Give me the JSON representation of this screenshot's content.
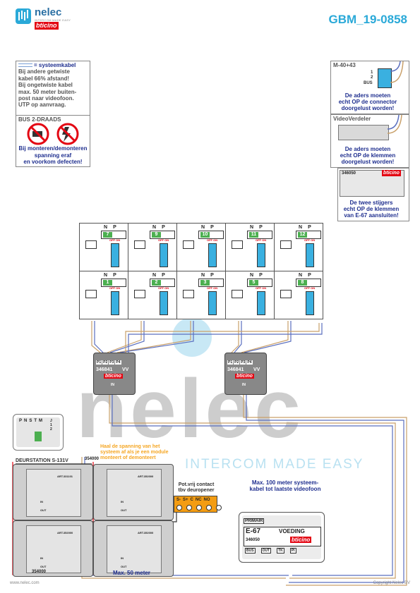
{
  "header": {
    "logo_name": "nelec",
    "logo_sub": "INTERCOM MADE EASY",
    "logo_brand": "bticino",
    "doc_id": "GBM_19-0858"
  },
  "notes": {
    "cable": {
      "title": "= systeemkabel",
      "lines": [
        "Bij andere getwiste",
        "kabel 66% afstand!",
        "Bij ongetwiste kabel",
        "max. 50 meter buiten-",
        "post naar videofoon.",
        "UTP op aanvraag."
      ]
    },
    "bus": {
      "title": "BUS 2-DRAADS",
      "lines": [
        "Bij monteren/demonteren",
        "spanning eraf",
        "en voorkom defecten!"
      ]
    },
    "m40": {
      "title": "M-40+43",
      "pin1": "1",
      "pin2": "2",
      "bus": "BUS",
      "lines": [
        "De aders moeten",
        "echt OP de connector",
        "doorgelust worden!"
      ]
    },
    "verdeler": {
      "title": "VideoVerdeler",
      "lines": [
        "De aders moeten",
        "echt OP de klemmen",
        "doorgelust worden!"
      ]
    },
    "e67": {
      "code": "346050",
      "brand": "bticino",
      "lines": [
        "De twee stijgers",
        "echt OP de klemmen",
        "van E-67 aansluiten!"
      ]
    }
  },
  "videophones": {
    "top_row": [
      "7",
      "9",
      "10",
      "11",
      "12"
    ],
    "bottom_row": [
      "1",
      "2",
      "3",
      "5",
      "8"
    ],
    "n_label": "N",
    "p_label": "P",
    "off_on": "OFF ON"
  },
  "distributors": [
    {
      "code": "346841",
      "vv": "VV",
      "brand": "bticino",
      "ports": [
        "P1",
        "P2",
        "P3",
        "P4"
      ],
      "in": "IN"
    },
    {
      "code": "346841",
      "vv": "VV",
      "brand": "bticino",
      "ports": [
        "P1",
        "P2",
        "P3",
        "P4"
      ],
      "in": "IN"
    }
  ],
  "terminal": {
    "labels": [
      "P",
      "N",
      "S",
      "T",
      "M"
    ],
    "j_labels": [
      "J",
      "1",
      "2"
    ]
  },
  "door_station": {
    "title": "DEURSTATION S-131V",
    "warning": [
      "Haal de spanning van het",
      "systeem af als je een module",
      "monteert of demonteert"
    ],
    "code_top": "354000",
    "code_bottom": "354000",
    "max_50": "Max. 50 meter",
    "modules": [
      {
        "art": "ART.331101",
        "in": "IN",
        "out": "OUT"
      },
      {
        "art": "ART.352000",
        "in": "IN",
        "out": "OUT"
      },
      {
        "art": "ART.352000",
        "in": "IN",
        "out": "OUT"
      },
      {
        "art": "ART.352000",
        "in": "IN",
        "out": "OUT"
      }
    ]
  },
  "contact": {
    "title": [
      "Pot.vrij contact",
      "tbv deuropener"
    ],
    "terminals": [
      "S-",
      "S+",
      "C",
      "NC",
      "NO"
    ]
  },
  "power": {
    "max_note": [
      "Max. 100 meter systeem-",
      "kabel tot laatste videofoon"
    ],
    "primair": "PRIMAIR",
    "name": "E-67",
    "voeding": "VOEDING",
    "code": "346050",
    "brand": "bticino",
    "terms": [
      "BUS",
      "OUT",
      "TK",
      "PI"
    ]
  },
  "watermark": {
    "big": "nelec",
    "tag": "INTERCOM MADE EASY"
  },
  "footer": {
    "left": "www.nelec.com",
    "right": "Copyright Nelec BV"
  }
}
